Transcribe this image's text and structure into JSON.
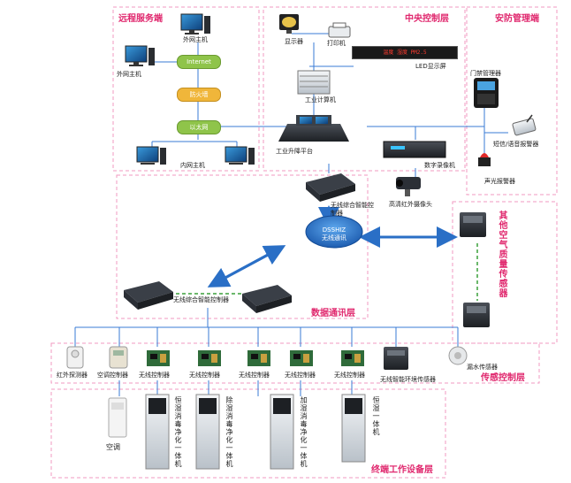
{
  "zones": {
    "remote": "远程服务端",
    "central": "中央控制层",
    "security": "安防管理端",
    "comm": "数据通讯层",
    "sensor": "传感控制层",
    "terminal": "终端工作设备层",
    "other_sensors": "其他空气质量传感器"
  },
  "remote": {
    "ext_host_1": "外网主机",
    "ext_host_2": "外网主机",
    "internet": "Internet",
    "firewall": "防火墙",
    "ethernet": "以太网",
    "int_host": "内网主机"
  },
  "central": {
    "monitor": "显示器",
    "printer": "打印机",
    "led_text": "LED显示屏",
    "led_screen_content": "温度 湿度 PM2.5",
    "ipc": "工业计算机",
    "console": "工业升降平台"
  },
  "security": {
    "access": "门禁管理器",
    "sms": "短信/语音报警器",
    "nvr": "数字录像机",
    "camera": "高清红外摄像头",
    "siren": "声光报警器"
  },
  "comm": {
    "top_controller": "无线综合智能控制器",
    "hub_line1": "DSSHIZ",
    "hub_line2": "无线通讯",
    "bottom_controller": "无线综合智能控制器"
  },
  "sensor": {
    "ir": "红外探测器",
    "ac_ctrl": "空调控制器",
    "w1": "无线控制器",
    "w2": "无线控制器",
    "w3": "无线控制器",
    "w4": "无线控制器",
    "w5": "无线控制器",
    "env": "无线智能环境传感器",
    "leak": "漏水传感器"
  },
  "terminal": {
    "ac": "空调",
    "u1": "恒湿消毒净化一体机",
    "u2": "除湿消毒净化一体机",
    "u3": "加湿消毒净化一体机",
    "u4": "恒湿一体机"
  },
  "colors": {
    "accent": "#e0286e",
    "line": "#3a7bd5",
    "pill": "#8fc44a",
    "zone_border": "#f29ac0"
  }
}
